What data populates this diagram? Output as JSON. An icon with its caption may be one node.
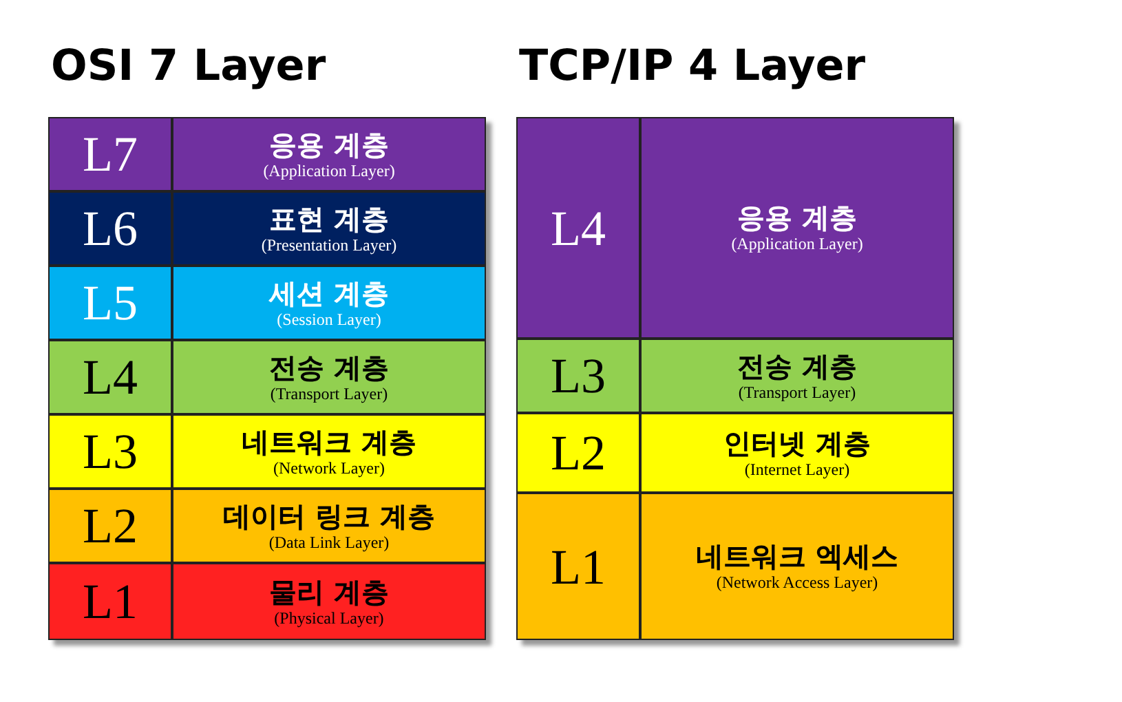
{
  "diagram": {
    "nodes": [
      {
        "text": [
          "OSI 7 Layer"
        ]
      },
      {
        "text": [
          "L7"
        ],
        "in": 0
      },
      {
        "text": [
          "응용 계층",
          "(Application Layer)"
        ],
        "in": 0
      },
      {
        "text": [
          "L6"
        ],
        "in": 0
      },
      {
        "text": [
          "표현 계층",
          "(Presentation Layer)"
        ],
        "in": 0
      },
      {
        "text": [
          "L5"
        ],
        "in": 0
      },
      {
        "text": [
          "세션 계층",
          "(Session Layer)"
        ],
        "in": 0
      },
      {
        "text": [
          "L4"
        ],
        "in": 0
      },
      {
        "text": [
          "전송 계층",
          "(Transport Layer)"
        ],
        "in": 0
      },
      {
        "text": [
          "L3"
        ],
        "in": 0
      },
      {
        "text": [
          "네트워크 계층",
          "(Network Layer)"
        ],
        "in": 0
      },
      {
        "text": [
          "L2"
        ],
        "in": 0
      },
      {
        "text": [
          "데이터 링크 계층",
          "(Data Link Layer)"
        ],
        "in": 0
      },
      {
        "text": [
          "L1"
        ],
        "in": 0
      },
      {
        "text": [
          "물리 계층",
          "(Physical Layer)"
        ],
        "in": 0
      },
      {
        "text": [
          "TCP/IP 4 Layer"
        ]
      },
      {
        "text": [
          "L4"
        ],
        "in": 15
      },
      {
        "text": [
          "응용 계층",
          "(Application Layer)"
        ],
        "in": 15
      },
      {
        "text": [
          "L3"
        ],
        "in": 15
      },
      {
        "text": [
          "전송 계층",
          "(Transport Layer)"
        ],
        "in": 15
      },
      {
        "text": [
          "L2"
        ],
        "in": 15
      },
      {
        "text": [
          "인터넷 계층",
          "(Internet Layer)"
        ],
        "in": 15
      },
      {
        "text": [
          "L1"
        ],
        "in": 15
      },
      {
        "text": [
          "네트워크 엑세스",
          "(Network Access Layer)"
        ],
        "in": 15
      }
    ],
    "edges": []
  }
}
